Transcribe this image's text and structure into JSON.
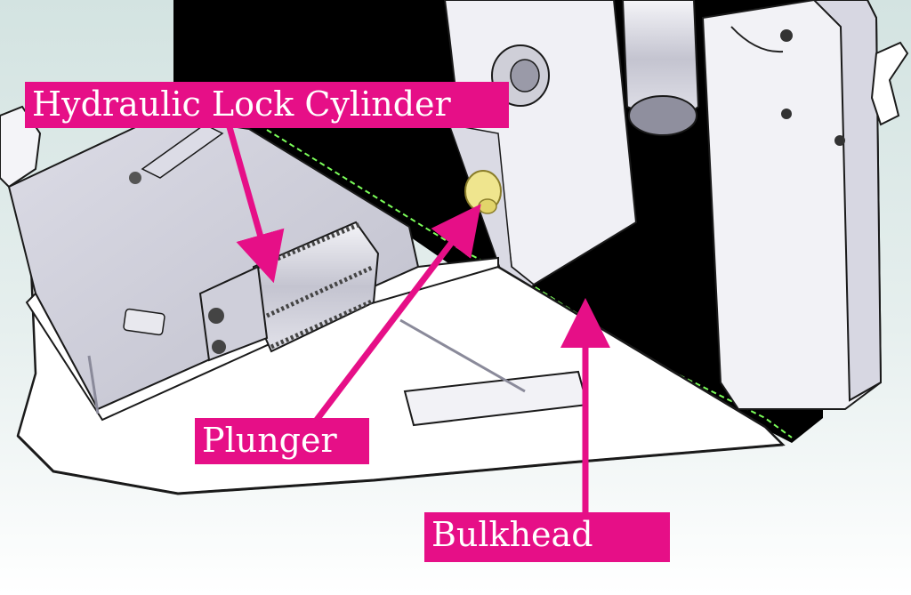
{
  "colors": {
    "annotation": "#e60f87",
    "background_top": "#d6e5e3",
    "background_bottom": "#ffffff",
    "metal_light": "#ffffff",
    "metal_shade": "#c9c9d6",
    "metal_dark": "#a9a9b8",
    "black_panel": "#000000",
    "plunger": "#efe58e",
    "highlight_edge": "#7cff5a"
  },
  "labels": {
    "hydraulic_lock_cylinder": "Hydraulic Lock Cylinder",
    "plunger": "Plunger",
    "bulkhead": "Bulkhead"
  }
}
